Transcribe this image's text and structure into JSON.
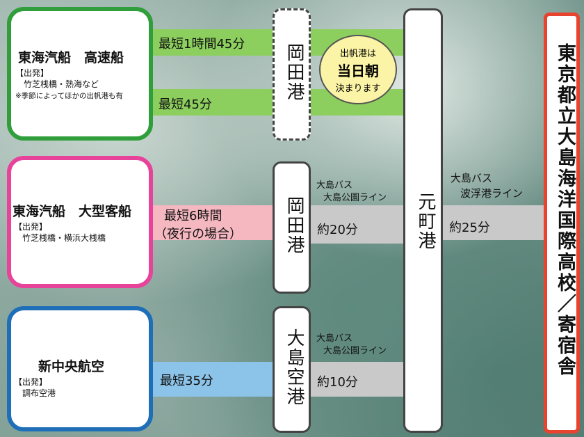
{
  "routes": {
    "tokai_jet": {
      "title": "東海汽船　高速船",
      "depart_label": "【出発】",
      "depart": "竹芝桟橋・熱海など",
      "note": "※季節によってほかの出帆港も有",
      "time_upper": "最短1時間45分",
      "time_lower": "最短45分",
      "color": "#2f9e3b"
    },
    "tokai_ship": {
      "title": "東海汽船　大型客船",
      "depart_label": "【出発】",
      "depart": "竹芝桟橋・横浜大桟橋",
      "time_line1": "最短6時間",
      "time_line2": "（夜行の場合）",
      "color": "#e8439a"
    },
    "shinchuo": {
      "title": "新中央航空",
      "depart_label": "【出発】",
      "depart": "調布空港",
      "time": "最短35分",
      "color": "#1f6fb8"
    }
  },
  "ports": {
    "okata_dashed": "岡田港",
    "okata": "岡田港",
    "airport": "大島空港",
    "motomachi": "元町港"
  },
  "notice": {
    "line1": "出帆港は",
    "line2": "当日朝",
    "line3": "決まります"
  },
  "bus": {
    "okata_to_motomachi": {
      "line1": "大島バス",
      "line2": "大島公園ライン",
      "time": "約20分"
    },
    "airport_to_motomachi": {
      "line1": "大島バス",
      "line2": "大島公園ライン",
      "time": "約10分"
    },
    "motomachi_to_school": {
      "line1": "大島バス",
      "line2": "波浮港ライン",
      "time": "約25分"
    }
  },
  "destination": "東京都立大島海洋国際高校／寄宿舎",
  "colors": {
    "green_band": "#8dcf5f",
    "pink_band": "#f5b8c0",
    "blue_band": "#8cc3e8",
    "gray_band": "#c9c9c9",
    "dest_border": "#e8432e"
  }
}
